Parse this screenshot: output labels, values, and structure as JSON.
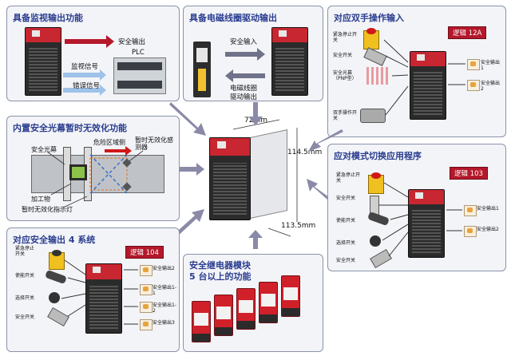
{
  "colors": {
    "panel_title": "#2a3d8f",
    "accent_red": "#b5182b",
    "arrow": "#8a8aa8",
    "panel_border": "#8a93a8"
  },
  "p1": {
    "title": "具备监视输出功能",
    "safety_output": "安全输出",
    "plc": "PLC",
    "monitor_signal": "监视信号",
    "error_signal": "错误信号"
  },
  "p2": {
    "title": "具备电磁线圈驱动输出",
    "safety_input": "安全输入",
    "coil_drive_line1": "电磁线圈",
    "coil_drive_line2": "驱动输出"
  },
  "p3": {
    "title": "对应双手操作输入",
    "badge": "逻辑 12A",
    "estop": "紧急停止开关",
    "safety_switch": "安全开关",
    "curtain": "安全光幕（PNP型）",
    "two_hand": "双手操作开关",
    "out1": "安全输出1",
    "out2": "安全输出2"
  },
  "p4": {
    "title": "内置安全光幕暂时无效化功能",
    "curtain": "安全光幕",
    "danger": "危险区域侧",
    "mute_sensor": "暂时无效化感测器",
    "workpiece": "加工物",
    "mute_lamp": "暂时无效化指示灯"
  },
  "center": {
    "width": "72mm",
    "height": "114.5mm",
    "depth": "113.5mm"
  },
  "p5": {
    "title": "应对模式切换应用程序",
    "badge": "逻辑 103",
    "estop": "紧急停止开关",
    "safety_switch": "安全开关",
    "enable": "使能开关",
    "select": "选择开关",
    "safety_switch2": "安全开关",
    "out1": "安全输出1",
    "out2": "安全输出2"
  },
  "p6": {
    "title": "对应安全输出 4 系统",
    "badge": "逻辑 104",
    "estop": "紧急停止开关",
    "enable": "使能开关",
    "select": "选择开关",
    "safety_switch": "安全开关",
    "out2": "安全输出2",
    "out11": "安全输出1-1",
    "out12": "安全输出1-2",
    "out3": "安全输出3"
  },
  "p7": {
    "title_line1": "安全继电器模块",
    "title_line2": "5 台以上的功能"
  }
}
